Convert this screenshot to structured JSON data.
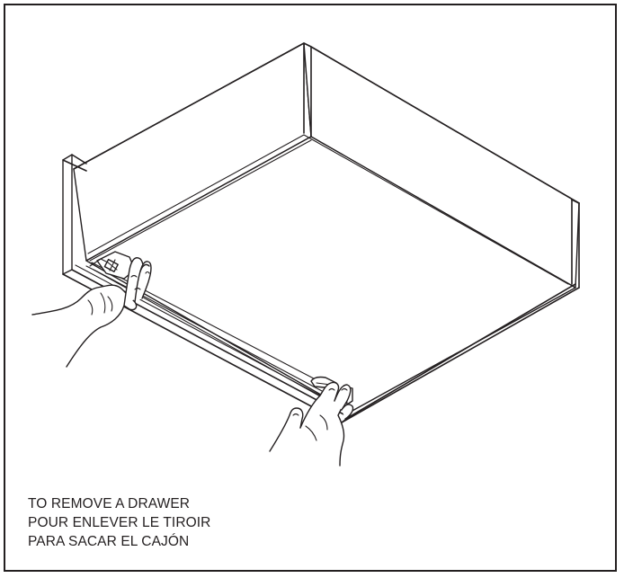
{
  "instructions": {
    "english": "TO REMOVE A DRAWER",
    "french": "POUR ENLEVER LE TIROIR",
    "spanish": "PARA SACAR EL CAJÓN"
  },
  "colors": {
    "line": "#231f20",
    "background": "#ffffff"
  }
}
